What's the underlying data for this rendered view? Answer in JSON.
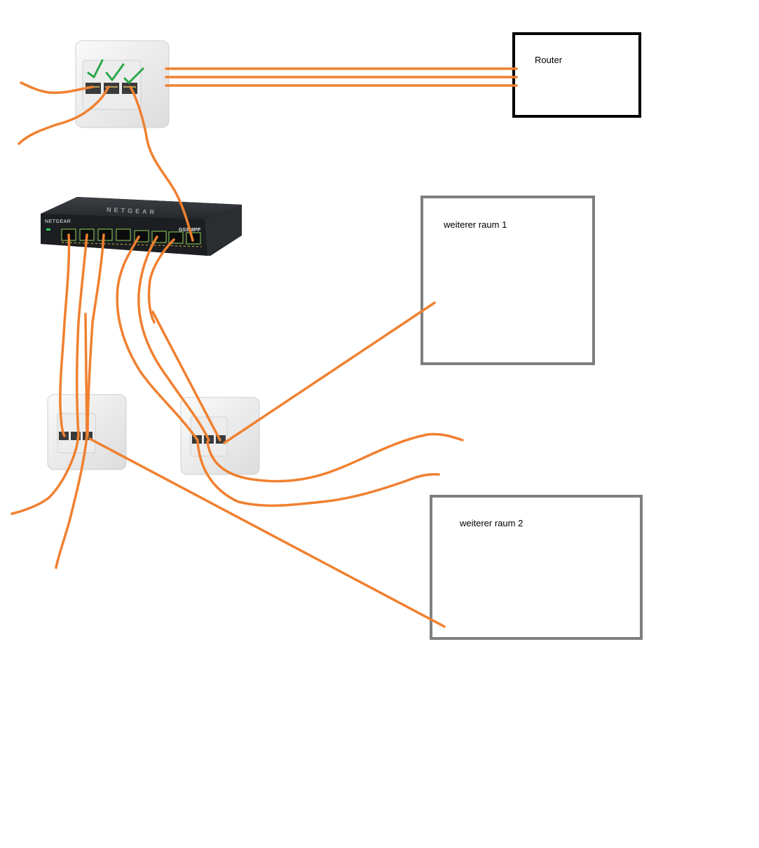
{
  "rooms": {
    "router": {
      "label": "Router"
    },
    "room1": {
      "label": "weiterer raum 1"
    },
    "room2": {
      "label": "weiterer raum 2"
    }
  },
  "switch": {
    "brand": "NETGEAR",
    "model": "GS308PP",
    "logo": "NETGEAR"
  },
  "colors": {
    "cable": "#f08030",
    "check": "#2aa84a",
    "router_border": "#000000",
    "room_border": "#7f7f7f",
    "switch_body": "#2b2e31"
  }
}
